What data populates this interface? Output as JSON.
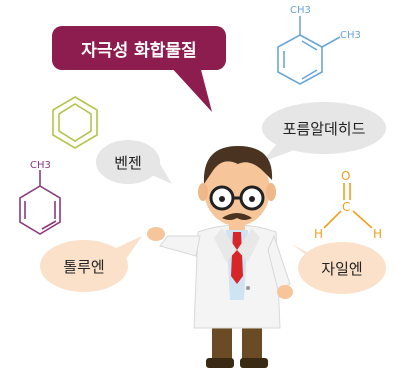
{
  "title_bubble": {
    "text": "자극성 화합물질",
    "color": "#8c1d4e"
  },
  "bubbles": [
    {
      "text": "벤젠"
    },
    {
      "text": "포름알데히드"
    },
    {
      "text": "톨루엔"
    },
    {
      "text": "자일엔"
    }
  ],
  "molecules": {
    "toluene": {
      "label": "CH3",
      "color": "#8c3a7c"
    },
    "xylene": {
      "label_top": "CH3",
      "label_right": "CH3",
      "color": "#6aa6d8"
    },
    "benzene": {
      "color": "#b5c44a"
    },
    "formaldehyde": {
      "o": "O",
      "c": "C",
      "h_left": "H",
      "h_right": "H",
      "color": "#f0a020"
    }
  },
  "colors": {
    "bubble_gray": "#e6e6e6",
    "bubble_peach": "#fbe1c9",
    "coat": "#f4f4f4",
    "tie": "#d6262a",
    "pants": "#6b4a26"
  }
}
